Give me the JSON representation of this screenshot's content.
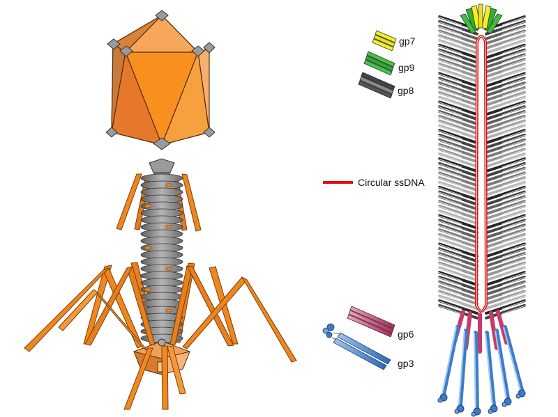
{
  "legend": {
    "gp7": "gp7",
    "gp9": "gp9",
    "gp8": "gp8",
    "ssdna": "Circular ssDNA",
    "gp6": "gp6",
    "gp3": "gp3"
  },
  "colors": {
    "capsid_orange": "#f28a1e",
    "capsid_light": "#f7b060",
    "capsid_dark": "#c9671a",
    "tail_gray": "#8a8a8a",
    "fiber_orange": "#f0861f",
    "gp7_yellow": "#f3f01e",
    "gp9_green": "#3cbf3c",
    "gp8_gray": "#555555",
    "dna_red": "#e01010",
    "gp6_pink": "#c83a6a",
    "gp3_blue": "#3c7cc8"
  },
  "icons": [
    "t4-phage-illustration",
    "filamentous-phage-illustration"
  ]
}
